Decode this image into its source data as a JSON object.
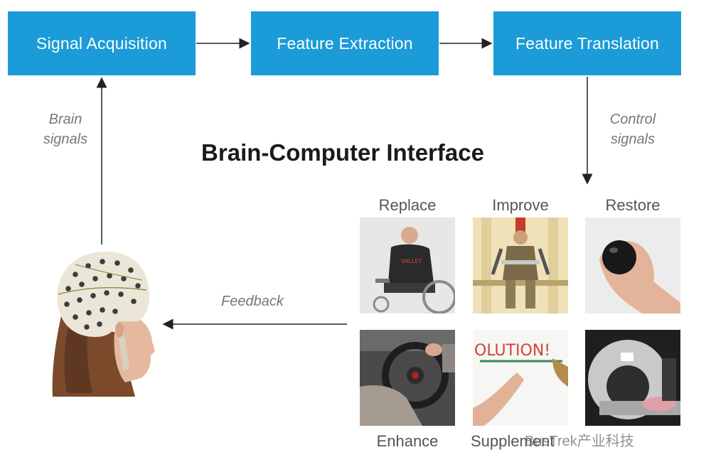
{
  "blocks": {
    "signal_acquisition": "Signal Acquisition",
    "feature_extraction": "Feature Extraction",
    "feature_translation": "Feature Translation"
  },
  "labels": {
    "brain_signals": [
      "Brain",
      "signals"
    ],
    "control_signals": [
      "Control",
      "signals"
    ],
    "feedback": "Feedback"
  },
  "title": "Brain-Computer Interface",
  "applications": {
    "top": [
      "Replace",
      "Improve",
      "Restore"
    ],
    "bottom": [
      "Enhance",
      "Supplement"
    ]
  },
  "watermark": "BusTrek产业科技",
  "colors": {
    "block": "#1b9bd7",
    "arrow": "#222222",
    "label": "#777777"
  }
}
